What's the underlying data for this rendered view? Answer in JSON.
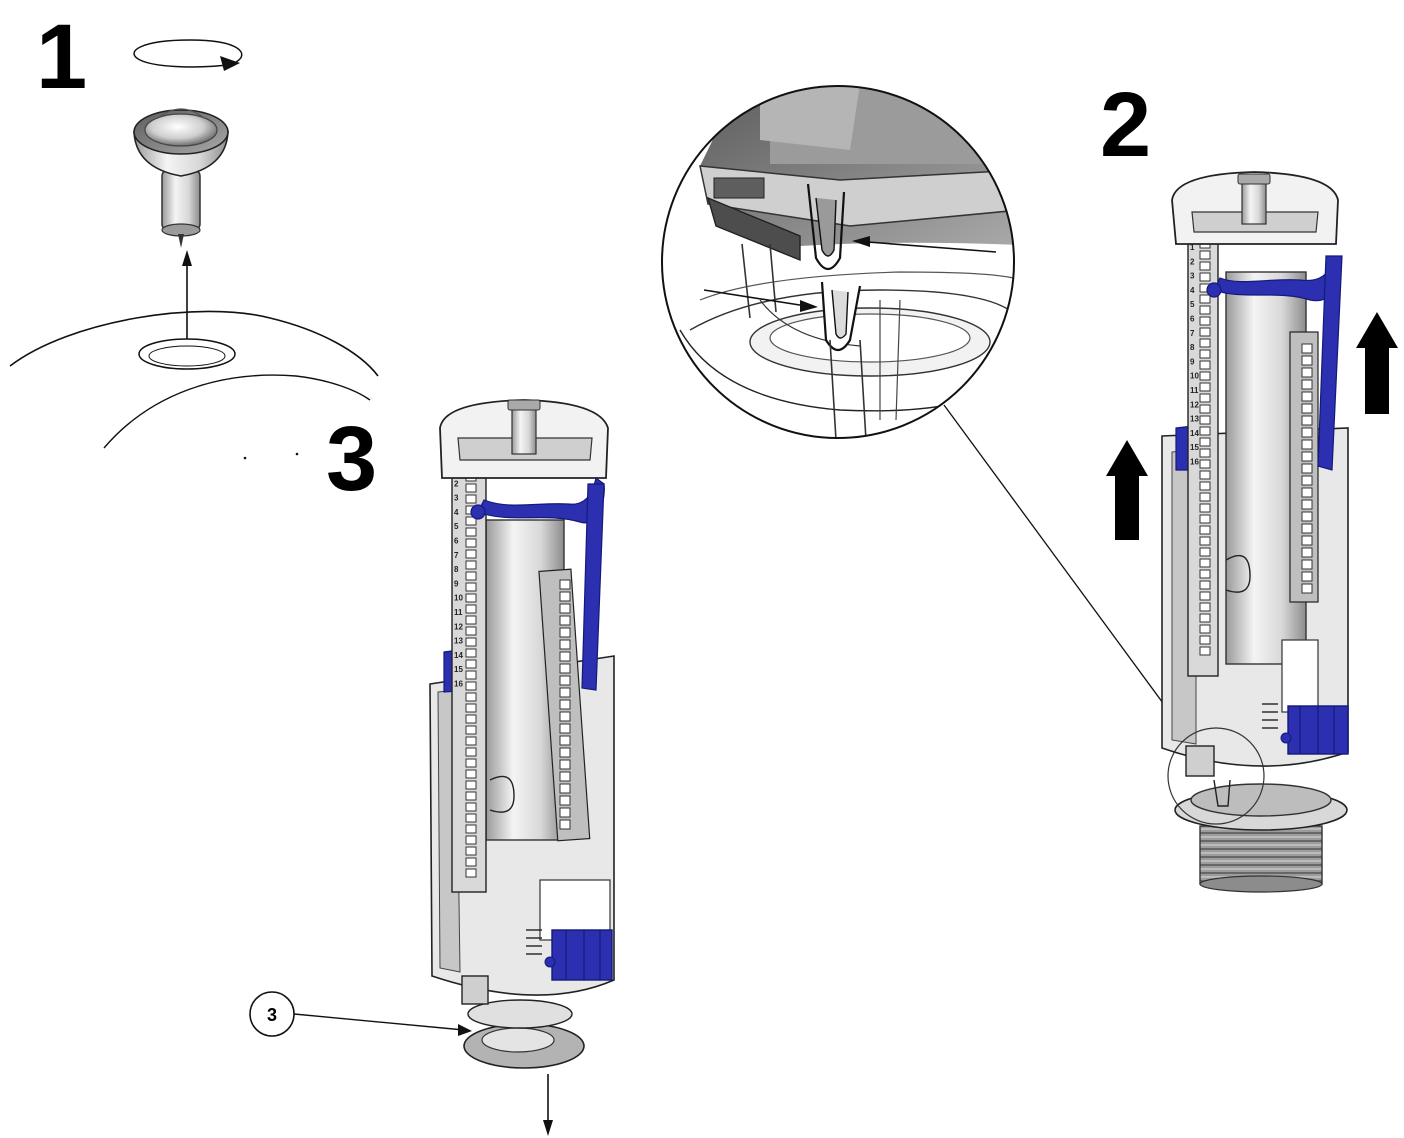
{
  "steps": {
    "one": "1",
    "two": "2",
    "three": "3"
  },
  "callout": {
    "label": "3"
  },
  "scale": {
    "labels": [
      "1",
      "2",
      "3",
      "4",
      "5",
      "6",
      "7",
      "8",
      "9",
      "10",
      "11",
      "12",
      "13",
      "14",
      "15",
      "16"
    ]
  },
  "colors": {
    "line": "#111111",
    "body": "#ffffff",
    "plastic_light": "#e6e6e6",
    "plastic_mid": "#c4c4c4",
    "plastic_dark": "#8a8a8a",
    "blue_part": "#2b2fb0",
    "blue_dark": "#141a78"
  }
}
